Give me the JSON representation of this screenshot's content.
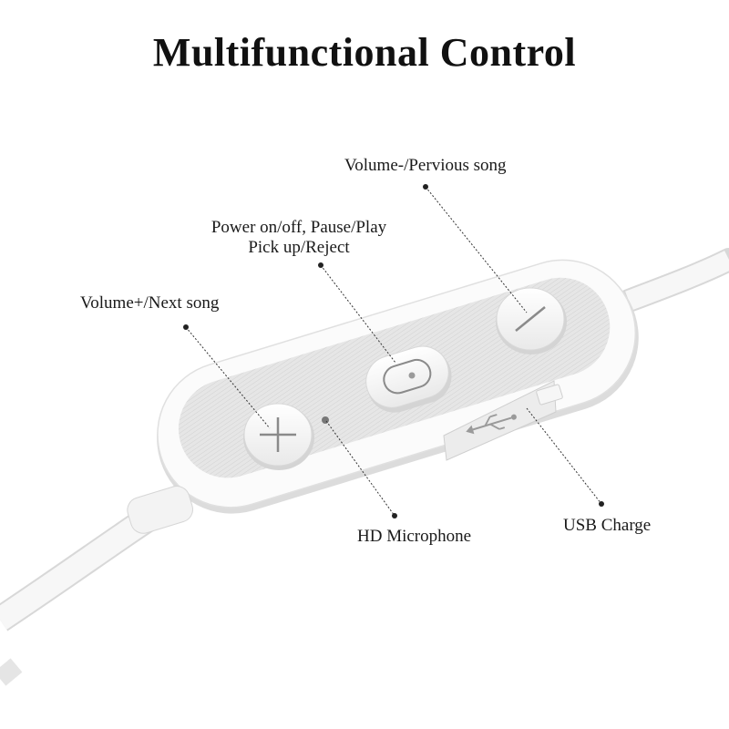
{
  "title": "Multifunctional Control",
  "labels": {
    "volume_down": "Volume-/Pervious song",
    "power_line1": "Power on/off, Pause/Play",
    "power_line2": "Pick up/Reject",
    "volume_up": "Volume+/Next song",
    "microphone": "HD Microphone",
    "usb": "USB Charge"
  },
  "colors": {
    "cable": "#f4f4f4",
    "body": "#fbfbfb",
    "panel": "#e2e2e2",
    "leader": "#333333"
  },
  "icons": [
    "plus-icon",
    "minus-icon",
    "power-play-icon",
    "usb-icon"
  ]
}
